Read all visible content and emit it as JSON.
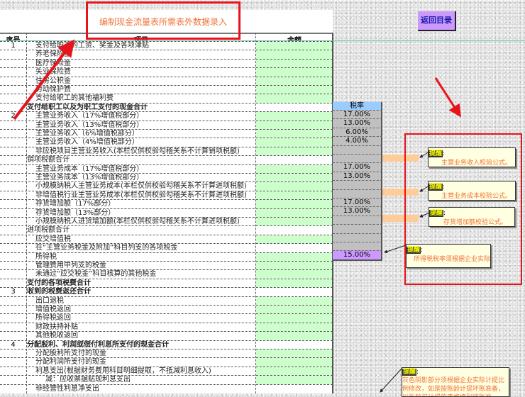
{
  "title": "编制现金流量表所需表外数据录入",
  "back_button": "返回目录",
  "table": {
    "headers": {
      "no": "序号",
      "item": "项目",
      "amount": "金额"
    },
    "rows": [
      {
        "no": "1",
        "item": "支付给职工的工资、奖金及各项津贴",
        "level": 1,
        "green": true
      },
      {
        "no": "",
        "item": "养老保险金",
        "level": 1,
        "green": true
      },
      {
        "no": "",
        "item": "医疗保险金",
        "level": 1,
        "green": true
      },
      {
        "no": "",
        "item": "失业保险费",
        "level": 1,
        "green": true
      },
      {
        "no": "",
        "item": "住房公积金",
        "level": 1,
        "green": true
      },
      {
        "no": "",
        "item": "劳动保护费",
        "level": 1,
        "green": true
      },
      {
        "no": "",
        "item": "支付给职工的其他福利费",
        "level": 1,
        "green": true
      },
      {
        "no": "",
        "item": "支付给职工以及为职工支付的现金合计",
        "level": 0,
        "bold": true,
        "green": false
      },
      {
        "no": "2",
        "item": "主营业务收入（17%增值税部分）",
        "level": 1,
        "green": true
      },
      {
        "no": "",
        "item": "主营业务收入（13%增值税部分）",
        "level": 1,
        "green": true
      },
      {
        "no": "",
        "item": "主营业务收入（6%增值税部分）",
        "level": 1,
        "green": true
      },
      {
        "no": "",
        "item": "主营业务收入（4%增值税部分）",
        "level": 1,
        "green": true
      },
      {
        "no": "",
        "item": "非应税项目主营业务收入(本栏仅供校验勾稽关系不计算销项税额)",
        "level": 1,
        "green": true
      },
      {
        "no": "",
        "item": "销项税额合计",
        "level": 0,
        "green": false
      },
      {
        "no": "",
        "item": "主营业务成本（17%增值税部分）",
        "level": 1,
        "green": true
      },
      {
        "no": "",
        "item": "主营业务成本（13%增值税部分）",
        "level": 1,
        "green": true
      },
      {
        "no": "",
        "item": "小规模纳税人主营业务成本(本栏仅供校验勾稽关系不计算进项税额)",
        "level": 1,
        "green": true
      },
      {
        "no": "",
        "item": "非增值税行业主营业务成本(本栏仅供校验勾稽关系不计算进项税额)",
        "level": 1,
        "green": true
      },
      {
        "no": "",
        "item": "存货增加额（17%部分）",
        "level": 1,
        "green": true
      },
      {
        "no": "",
        "item": "存货增加额（13%部分）",
        "level": 1,
        "green": true
      },
      {
        "no": "",
        "item": "小规模纳税人进货增加额(本栏仅供校验勾稽关系不计算进项税额)",
        "level": 1,
        "green": true
      },
      {
        "no": "",
        "item": "进项税额合计",
        "level": 0,
        "green": false
      },
      {
        "no": "",
        "item": "应交增值税",
        "level": 1,
        "green": true
      },
      {
        "no": "",
        "item": "在“主营业务税金及附加”科目列支的各项税金",
        "level": 1,
        "green": false
      },
      {
        "no": "",
        "item": "所得税",
        "level": 1,
        "green": true
      },
      {
        "no": "",
        "item": "管理费用中列支的税金",
        "level": 1,
        "green": true
      },
      {
        "no": "",
        "item": "未通过“应交税金”科目核算的其他税金",
        "level": 1,
        "green": true
      },
      {
        "no": "",
        "item": "支付的各项税费合计",
        "level": 0,
        "bold": true,
        "green": true
      },
      {
        "no": "3",
        "item": "收到的税费返还合计",
        "level": 0,
        "bold": true,
        "green": false
      },
      {
        "no": "",
        "item": "出口退税",
        "level": 1,
        "green": true
      },
      {
        "no": "",
        "item": "增值税返回",
        "level": 1,
        "green": true
      },
      {
        "no": "",
        "item": "所得税返回",
        "level": 1,
        "green": true
      },
      {
        "no": "",
        "item": "财政扶持补贴",
        "level": 1,
        "green": true
      },
      {
        "no": "",
        "item": "其他税收返回",
        "level": 1,
        "green": true
      },
      {
        "no": "4",
        "item": "分配股利、利润或偿付利息所支付的现金合计",
        "level": 0,
        "bold": true,
        "green": false
      },
      {
        "no": "",
        "item": "分配股利所支付的现金",
        "level": 1,
        "green": true
      },
      {
        "no": "",
        "item": "分配利润所支付的现金",
        "level": 1,
        "green": true
      },
      {
        "no": "",
        "item": "利息支出(根据财务费用科目明细提取，不抵减利息收入)",
        "level": 1,
        "green": true
      },
      {
        "no": "",
        "item": "减：应收票据贴现利息支出",
        "level": 2,
        "green": true
      },
      {
        "no": "",
        "item": "非经营性利息净支出",
        "level": 1,
        "green": false
      }
    ]
  },
  "tax_rate": {
    "header": "税率",
    "cells": [
      "17.00%",
      "13.00%",
      "6.00%",
      "4.00%",
      "",
      "",
      "17.00%",
      "13.00%",
      "",
      "",
      "17.00%",
      "13.00%",
      "",
      "",
      "",
      "",
      "15.00%"
    ]
  },
  "notes": [
    {
      "label": "提醒",
      "text": "主营业务收入校验公式。"
    },
    {
      "label": "提醒",
      "text": "主营业务成本校验公式。"
    },
    {
      "label": "提醒",
      "text": "存货增加额校验公式。"
    },
    {
      "label": "提醒",
      "text": "所得税税率须根据企业实际"
    },
    {
      "label": "提醒",
      "text": "灰色阴影部分须根据企业实际计提比例修改，如是按账龄计提坏账准备，以账龄可计提的表格填列坏账准"
    }
  ],
  "colors": {
    "green_input": "#ccffcc",
    "gray_rate": "#c0c0c0",
    "purple": "#cc99ff",
    "blue_header": "#99ccff",
    "orange": "#ffcc99",
    "red": "#e8141b",
    "title_orange": "#f0743c"
  }
}
